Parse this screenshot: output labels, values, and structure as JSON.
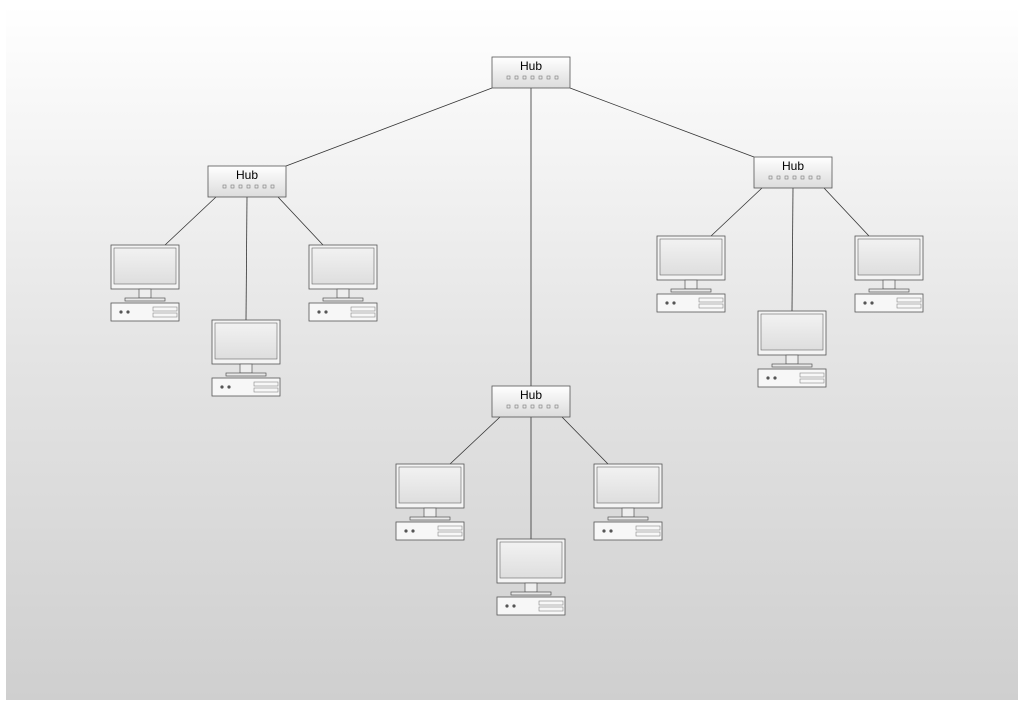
{
  "diagram": {
    "hubs": [
      {
        "id": "hub-root",
        "label": "Hub"
      },
      {
        "id": "hub-left",
        "label": "Hub"
      },
      {
        "id": "hub-center",
        "label": "Hub"
      },
      {
        "id": "hub-right",
        "label": "Hub"
      }
    ],
    "computers": [
      {
        "id": "pc-left-1",
        "parent": "hub-left"
      },
      {
        "id": "pc-left-2",
        "parent": "hub-left"
      },
      {
        "id": "pc-left-3",
        "parent": "hub-left"
      },
      {
        "id": "pc-center-1",
        "parent": "hub-center"
      },
      {
        "id": "pc-center-2",
        "parent": "hub-center"
      },
      {
        "id": "pc-center-3",
        "parent": "hub-center"
      },
      {
        "id": "pc-right-1",
        "parent": "hub-right"
      },
      {
        "id": "pc-right-2",
        "parent": "hub-right"
      },
      {
        "id": "pc-right-3",
        "parent": "hub-right"
      }
    ],
    "links": [
      [
        "hub-root",
        "hub-left"
      ],
      [
        "hub-root",
        "hub-center"
      ],
      [
        "hub-root",
        "hub-right"
      ]
    ],
    "colors": {
      "line": "#333333",
      "device_stroke": "#555555",
      "screen_fill": "#e6e6e6",
      "hub_fill_top": "#ffffff",
      "hub_fill_bottom": "#dcdcdc"
    }
  }
}
